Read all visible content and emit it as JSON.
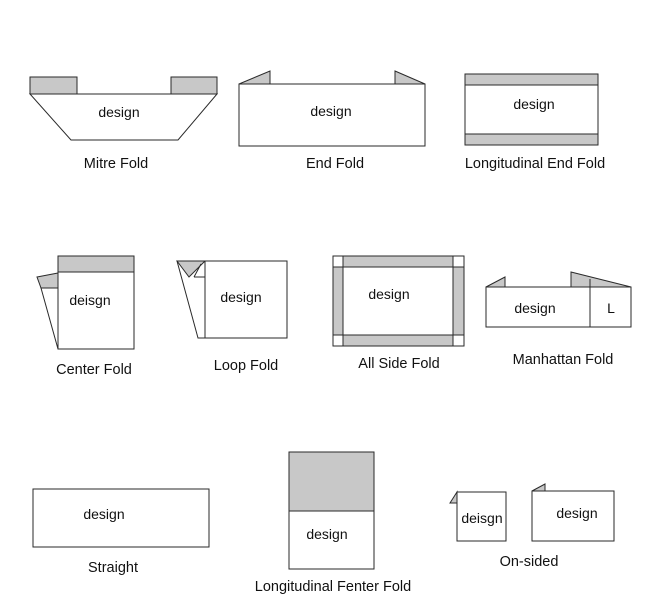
{
  "colors": {
    "outline": "#2a2a2a",
    "panel": "#ffffff",
    "fold_shade": "#c8c8c8",
    "text": "#111111"
  },
  "folds": [
    {
      "id": "mitre-fold",
      "caption": "Mitre Fold",
      "labels": [
        "design"
      ]
    },
    {
      "id": "end-fold",
      "caption": "End Fold",
      "labels": [
        "design"
      ]
    },
    {
      "id": "longitudinal-end-fold",
      "caption": "Longitudinal End Fold",
      "labels": [
        "design"
      ]
    },
    {
      "id": "center-fold",
      "caption": "Center Fold",
      "labels": [
        "deisgn"
      ]
    },
    {
      "id": "loop-fold",
      "caption": "Loop Fold",
      "labels": [
        "design"
      ]
    },
    {
      "id": "all-side-fold",
      "caption": "All Side Fold",
      "labels": [
        "design"
      ]
    },
    {
      "id": "manhattan-fold",
      "caption": "Manhattan Fold",
      "labels": [
        "design",
        "L"
      ]
    },
    {
      "id": "straight",
      "caption": "Straight",
      "labels": [
        "design"
      ]
    },
    {
      "id": "longitudinal-fenter-fold",
      "caption": "Longitudinal Fenter Fold",
      "labels": [
        "design"
      ]
    },
    {
      "id": "on-sided",
      "caption": "On-sided",
      "labels": [
        "deisgn",
        "design"
      ]
    }
  ]
}
